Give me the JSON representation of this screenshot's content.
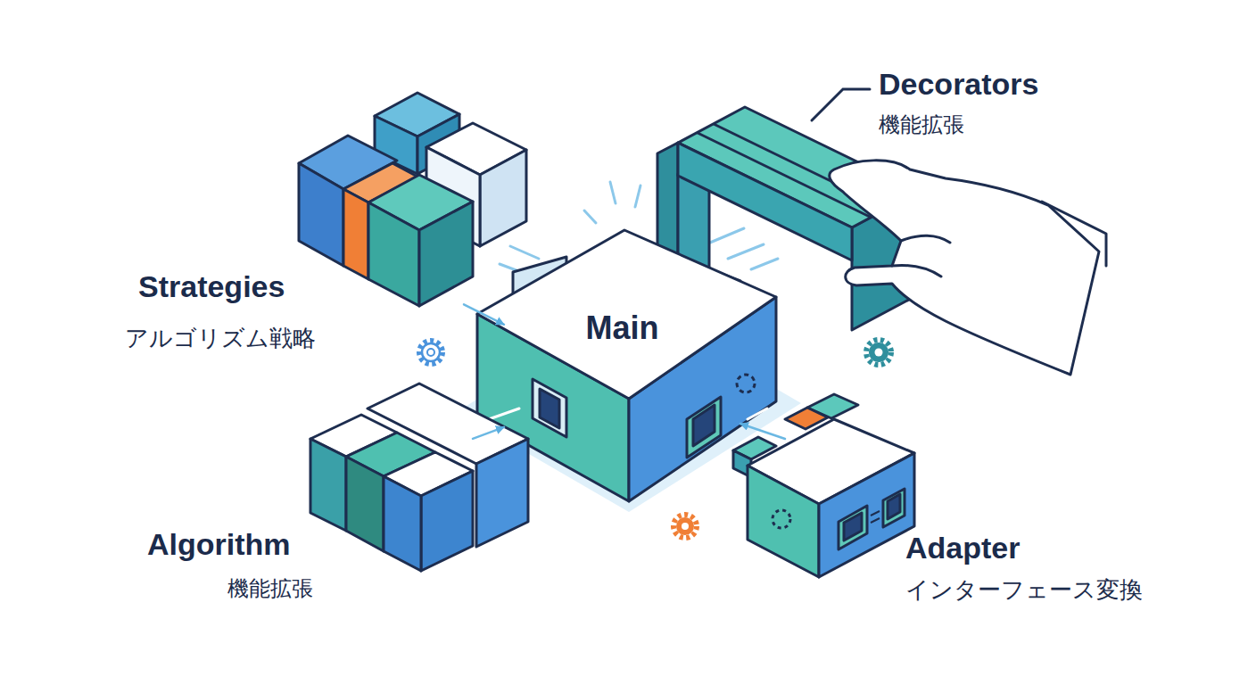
{
  "diagram": {
    "nodes": [
      {
        "text": [
          "Strategies",
          "アルゴリズム戦略"
        ]
      },
      {
        "text": [
          "Decorators",
          "機能拡張"
        ]
      },
      {
        "text": [
          "Main"
        ]
      },
      {
        "text": [
          "Algorithm",
          "機能拡張"
        ]
      },
      {
        "text": [
          "Adapter",
          "インターフェース変換"
        ]
      }
    ],
    "edges": [
      {
        "from": 0,
        "to": 2,
        "arrow": "to"
      },
      {
        "from": 3,
        "to": 2,
        "arrow": "to"
      },
      {
        "from": 4,
        "to": 2,
        "arrow": "to"
      }
    ]
  }
}
